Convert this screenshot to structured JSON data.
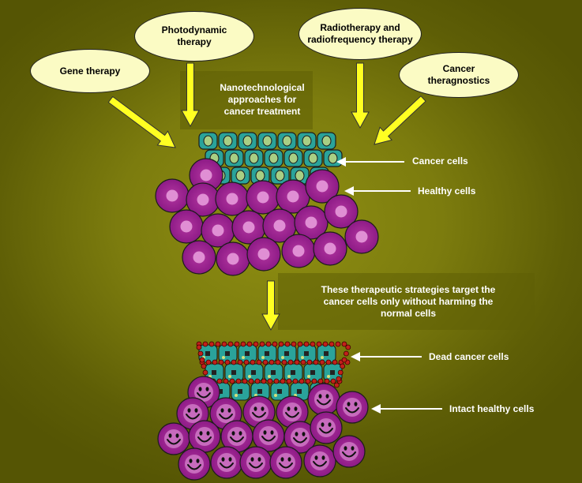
{
  "ovals": {
    "gene_therapy": "Gene therapy",
    "photodynamic": "Photodynamic therapy",
    "radiotherapy": "Radiotherapy and radiofrequency therapy",
    "theragnostics": "Cancer theragnostics"
  },
  "center_caption": "Nanotechnological approaches for cancer treatment",
  "labels": {
    "cancer_cells": "Cancer cells",
    "healthy_cells": "Healthy cells",
    "dead_cancer_cells": "Dead cancer cells",
    "intact_healthy_cells": "Intact healthy cells"
  },
  "strategy_note": "These therapeutic strategies target the cancer cells only without harming the normal cells",
  "colors": {
    "background": "#7c7c0e",
    "arrow_yellow": "#ffff22",
    "oval_fill": "#fbfbc4",
    "cancer_cell": "#2aa39a",
    "healthy_cell": "#9a1e90",
    "nanoparticle": "#c2201a"
  }
}
